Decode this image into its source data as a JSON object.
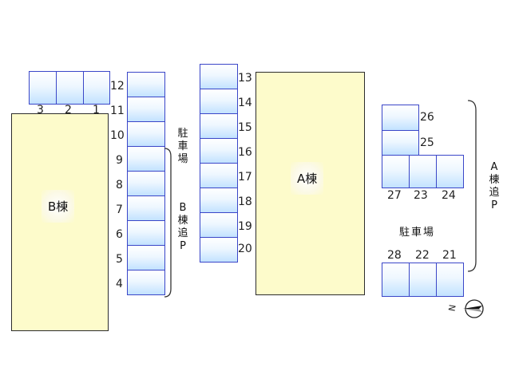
{
  "buildings": {
    "a": "A棟",
    "b": "B棟"
  },
  "labels": {
    "parking_center": "駐車場",
    "parking_right": "駐車場",
    "b_extra_parking": "B棟追P",
    "a_extra_parking": "A棟追P"
  },
  "stalls": {
    "top_left": [
      "3",
      "2",
      "1"
    ],
    "column_left": [
      "12",
      "11",
      "10",
      "9",
      "8",
      "7",
      "6",
      "5",
      "4"
    ],
    "column_center": [
      "13",
      "14",
      "15",
      "16",
      "17",
      "18",
      "19",
      "20"
    ],
    "right_upper_stack": [
      "26",
      "25"
    ],
    "right_upper_row": [
      "27",
      "23",
      "24"
    ],
    "right_lower_row": [
      "28",
      "22",
      "21"
    ]
  },
  "compass": {
    "label": "N",
    "icon": "compass-north-arrow-icon"
  },
  "colors": {
    "stall_border": "#3a46c8",
    "stall_fill": "#c2e2ff",
    "building_fill": "#fdfbcb"
  }
}
